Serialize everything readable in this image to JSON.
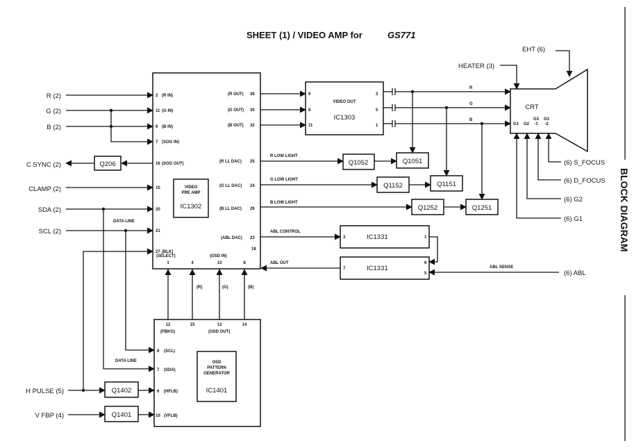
{
  "title": "SHEET (1) / VIDEO AMP for",
  "model": "GS771",
  "side_label": "BLOCK DIAGRAM",
  "inputs": {
    "r": "R (2)",
    "g": "G (2)",
    "b": "B (2)",
    "csync": "C SYNC (2)",
    "clamp": "CLAMP (2)",
    "sda": "SDA (2)",
    "scl": "SCL (2)",
    "hpulse": "H PULSE (5)",
    "vfbp": "V FBP (4)"
  },
  "outputs": {
    "eht": "EHT (6)",
    "heater": "HEATER (3)",
    "sfocus": "(6) S_FOCUS",
    "dfocus": "(6) D_FOCUS",
    "g2": "(6) G2",
    "g1": "(6) G1",
    "abl": "(6) ABL"
  },
  "components": {
    "ic1302": {
      "name": "IC1302",
      "desc1": "VIDEO",
      "desc2": "PRE AMP"
    },
    "ic1303": {
      "name": "IC1303",
      "desc": "VIDEO OUT"
    },
    "ic1401": {
      "name": "IC1401",
      "desc1": "OSD",
      "desc2": "PATTERN",
      "desc3": "GENERATOR"
    },
    "ic1331a": "IC1331",
    "ic1331b": "IC1331",
    "q206": "Q206",
    "q1052": "Q1052",
    "q1051": "Q1051",
    "q1152": "Q1152",
    "q1151": "Q1151",
    "q1252": "Q1252",
    "q1251": "Q1251",
    "q1402": "Q1402",
    "q1401": "Q1401",
    "crt": "CRT"
  },
  "ic1302_pins": {
    "p2": "2",
    "l2": "(R IN)",
    "p11": "11",
    "l11": "(G IN)",
    "p6": "6",
    "l6": "(B IN)",
    "p7": "7",
    "l7": "(SOG IN)",
    "p16": "16",
    "l16": "(SOG OUT)",
    "p15": "15",
    "p20": "20",
    "p21": "21",
    "p27": "27",
    "l27": "(BLK)",
    "p36": "36",
    "l36": "(R OUT)",
    "p30": "30",
    "l30": "(G OUT)",
    "p32": "32",
    "l32": "(B OUT)",
    "p25": "25",
    "l25": "(R LL DAC)",
    "p24": "24",
    "l24": "(G LL DAC)",
    "p26": "26",
    "l26": "(B LL DAC)",
    "p23": "23",
    "l23": "(ABL DAC)",
    "p18": "18",
    "b1": "1",
    "b4": "4",
    "b13": "13",
    "b8": "8",
    "lsel": "(SELECT)",
    "losd": "(OSD IN)"
  },
  "ic1303_pins": {
    "p9": "9",
    "p8": "8",
    "p11": "11",
    "p3": "3",
    "p5": "5",
    "p1": "1"
  },
  "ic1331_pins": {
    "p3": "3",
    "p1": "1",
    "p7": "7",
    "p6": "6",
    "p5": "5"
  },
  "ic1401_pins": {
    "t12": "12",
    "t15": "15",
    "t13": "13",
    "t14": "14",
    "lfbk": "(FBKG)",
    "losd": "(OSD OUT)",
    "p8": "8",
    "l8": "(SCL)",
    "p7": "7",
    "l7": "(SDA)",
    "p6": "6",
    "l6": "(HFLB)",
    "p10": "10",
    "l10": "(VFLB)"
  },
  "crt_pins": {
    "g1": "G1",
    "g2": "G2",
    "g3a": "G3",
    "g3b": "-1",
    "g3c": "G3",
    "g3d": "-2"
  },
  "signal_labels": {
    "r": "R",
    "g": "G",
    "b": "B",
    "rll": "R LOW LIGHT",
    "gll": "G LOW LIGHT",
    "bll": "B LOW LIGHT",
    "ablctrl": "ABL CONTROL",
    "ablout": "ABL OUT",
    "ablsense": "ABL SENSE",
    "dataline1": "DATA LINE",
    "dataline2": "DATA LINE",
    "osd_r": "(R)",
    "osd_g": "(G)",
    "osd_b": "(B)"
  }
}
